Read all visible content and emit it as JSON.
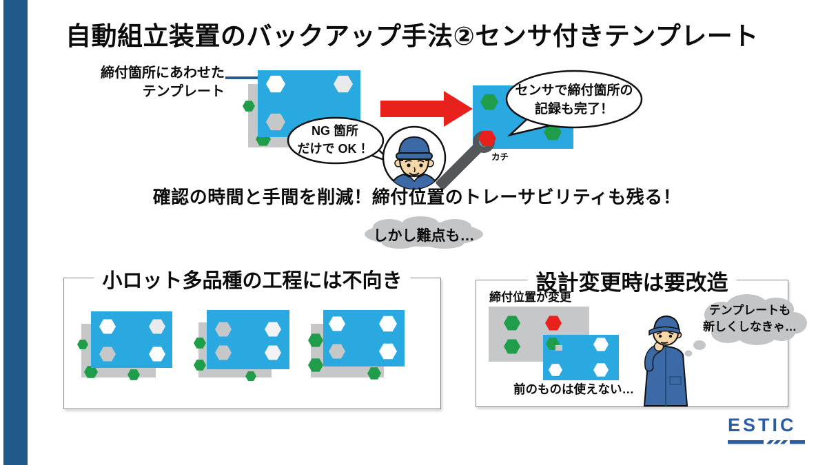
{
  "colors": {
    "accent_bar": "#1f5a8a",
    "template_blue": "#29a9e0",
    "board_gray": "#c6c7c9",
    "bolt_green": "#1f9d4a",
    "ng_red": "#e8211d",
    "wrench_gray": "#55565a",
    "cloud_gray": "#c4c5c7",
    "logo_blue": "#2b5da4",
    "uniform_blue": "#3b6aa6",
    "skin": "#f6d7a9"
  },
  "header": {
    "title": "自動組立装置のバックアップ手法②センサ付きテンプレート"
  },
  "top_diagram": {
    "template_label_line1": "締付箇所にあわせた",
    "template_label_line2": "テンプレート",
    "ng_bubble_line1": "NG 箇所",
    "ng_bubble_line2": "だけで OK ！",
    "sensor_bubble_line1": "センサで締付箇所の",
    "sensor_bubble_line2": "記録も完了！",
    "click_sfx": "カチ"
  },
  "benefit_text": "確認の時間と手間を削減！締付位置のトレーサビリティも残る！",
  "transition_bubble": "しかし難点も…",
  "left_panel": {
    "title": "小ロット多品種の工程には不向き"
  },
  "right_panel": {
    "title": "設計変更時は要改造",
    "change_label": "締付位置が変更",
    "unusable_label": "前のものは使えない…",
    "thought_line1": "テンプレートも",
    "thought_line2": "新しくしなきゃ…"
  },
  "footer": {
    "logo_text": "ESTIC"
  }
}
